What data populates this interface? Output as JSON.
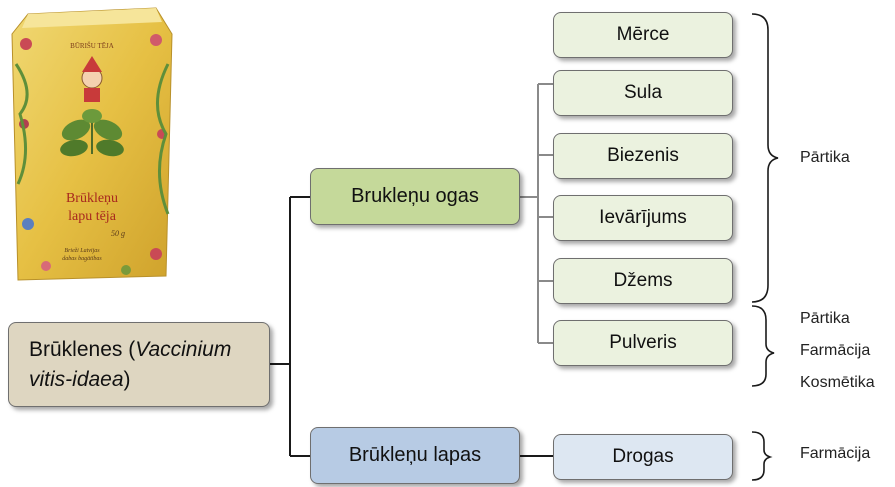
{
  "root": {
    "label_prefix": "Brūklenes (",
    "label_italic_a": "Vaccinium",
    "label_italic_b": "vitis-idaea",
    "label_suffix": ")"
  },
  "branches": [
    {
      "label": "Brukleņu ogas"
    },
    {
      "label": "Brūkleņu lapas"
    }
  ],
  "leaves": [
    {
      "label": "Mērce"
    },
    {
      "label": "Sula"
    },
    {
      "label": "Biezenis"
    },
    {
      "label": "Ievārījums"
    },
    {
      "label": "Džems"
    },
    {
      "label": "Pulveris"
    },
    {
      "label": "Drogas"
    }
  ],
  "categories": {
    "group1": [
      "Pārtika"
    ],
    "group2": [
      "Pārtika",
      "Farmācija",
      "Kosmētika"
    ],
    "group3": [
      "Farmācija"
    ]
  },
  "product_package": {
    "brand": "BŪRIŠU TĒJA",
    "title_line1": "Brūkleņu",
    "title_line2": "lapu tēja",
    "weight": "50 g",
    "note_line1": "Brieži Latvijas",
    "note_line2": "dabas bagātības"
  },
  "colors": {
    "root": "#ded6c1",
    "branch_berries": "#c5d99a",
    "branch_leaves": "#b7cbe4",
    "leaf_green": "#ebf2df",
    "leaf_blue": "#dde7f2",
    "package": "#e9c84a"
  }
}
